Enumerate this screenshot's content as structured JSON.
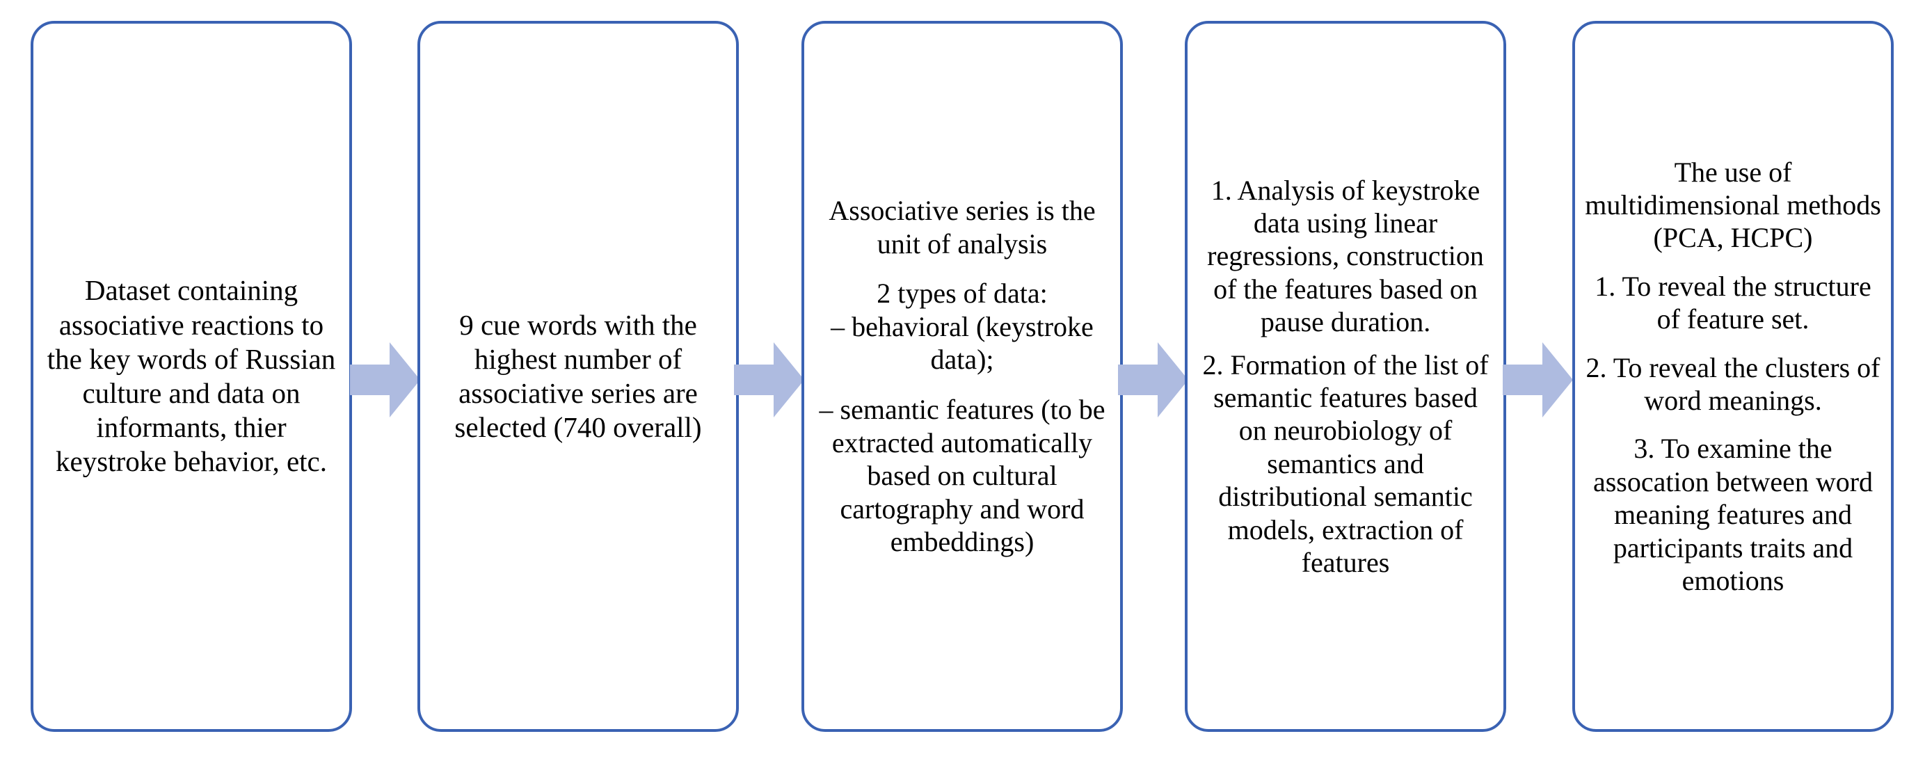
{
  "diagram": {
    "type": "horizontal-process-flow",
    "colors": {
      "box_border": "#3a62b3",
      "box_fill": "#ffffff",
      "arrow_fill": "#aebbe0",
      "text": "#000000",
      "background": "#ffffff"
    },
    "steps": [
      {
        "id": "step-1",
        "name": "dataset",
        "paragraphs": [
          "Dataset containing associative reactions to the key words of Russian culture and data on informants, thier keystroke behavior, etc."
        ]
      },
      {
        "id": "step-2",
        "name": "cue-word-selection",
        "paragraphs": [
          "9 cue words with the highest number of associative series are selected (740 overall)"
        ]
      },
      {
        "id": "step-3",
        "name": "unit-of-analysis",
        "paragraphs": [
          "Associative series is the unit of analysis",
          "2 types of data:\n– behavioral (keystroke data);",
          "– semantic features (to be extracted automatically based on cultural cartography and word embeddings)"
        ]
      },
      {
        "id": "step-4",
        "name": "analysis-and-feature-formation",
        "paragraphs": [
          "1. Analysis of keystroke data using linear regressions, construction of the features based on pause duration.",
          "2. Formation of the list of semantic features  based on neurobiology of semantics and distributional semantic models, extraction of features"
        ]
      },
      {
        "id": "step-5",
        "name": "multidimensional-methods",
        "paragraphs": [
          "The use of multidimensional methods (PCA, HCPC)",
          "1. To reveal the structure of feature set.",
          "2.  To reveal the clusters of word meanings.",
          "3. To examine the assocation between word meaning features and participants traits and emotions"
        ]
      }
    ],
    "arrows": [
      {
        "id": "arrow-1",
        "name": "arrow-step1-to-step2"
      },
      {
        "id": "arrow-2",
        "name": "arrow-step2-to-step3"
      },
      {
        "id": "arrow-3",
        "name": "arrow-step3-to-step4"
      },
      {
        "id": "arrow-4",
        "name": "arrow-step4-to-step5"
      }
    ]
  }
}
